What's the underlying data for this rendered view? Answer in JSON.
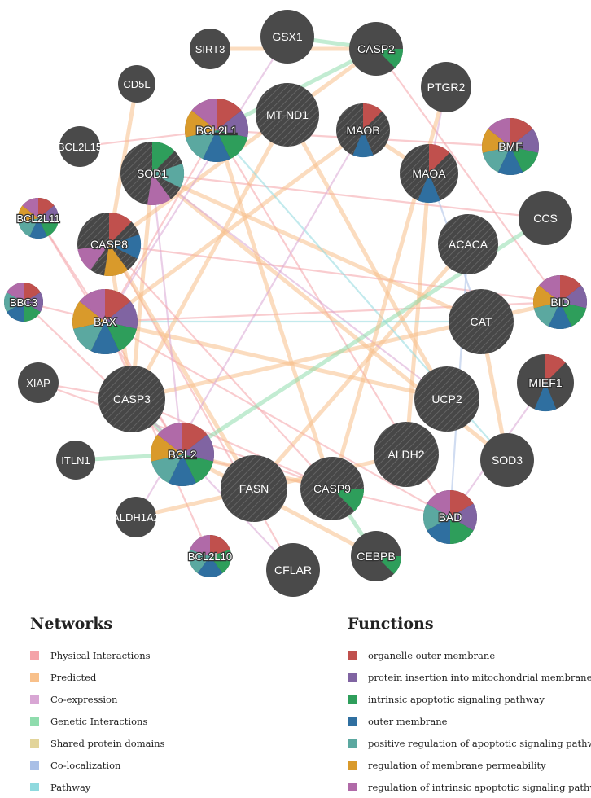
{
  "network": {
    "nodes": [
      {
        "id": "GSX1",
        "label": "GSX1",
        "query": false,
        "slices": []
      },
      {
        "id": "SIRT3",
        "label": "SIRT3",
        "query": false,
        "slices": []
      },
      {
        "id": "CASP2",
        "label": "CASP2",
        "query": false,
        "slices": [
          "intrinsic_apoptotic"
        ]
      },
      {
        "id": "PTGR2",
        "label": "PTGR2",
        "query": false,
        "slices": []
      },
      {
        "id": "CD5L",
        "label": "CD5L",
        "query": false,
        "slices": []
      },
      {
        "id": "BCL2L1",
        "label": "BCL2L1",
        "query": true,
        "slices": [
          "organelle_outer_membrane",
          "protein_insertion",
          "intrinsic_apoptotic",
          "outer_membrane",
          "positive_regulation",
          "regulation_permeability",
          "regulation_intrinsic"
        ]
      },
      {
        "id": "MT-ND1",
        "label": "MT-ND1",
        "query": true,
        "slices": []
      },
      {
        "id": "MAOB",
        "label": "MAOB",
        "query": true,
        "slices": [
          "organelle_outer_membrane",
          "outer_membrane"
        ]
      },
      {
        "id": "BMF",
        "label": "BMF",
        "query": false,
        "slices": [
          "organelle_outer_membrane",
          "protein_insertion",
          "intrinsic_apoptotic",
          "outer_membrane",
          "positive_regulation",
          "regulation_permeability",
          "regulation_intrinsic"
        ]
      },
      {
        "id": "BCL2L15",
        "label": "BCL2L15",
        "query": false,
        "slices": []
      },
      {
        "id": "SOD1",
        "label": "SOD1",
        "query": true,
        "slices": [
          "intrinsic_apoptotic",
          "positive_regulation",
          "regulation_intrinsic"
        ]
      },
      {
        "id": "MAOA",
        "label": "MAOA",
        "query": true,
        "slices": [
          "organelle_outer_membrane",
          "outer_membrane"
        ]
      },
      {
        "id": "BCL2L11",
        "label": "BCL2L11",
        "query": false,
        "slices": [
          "organelle_outer_membrane",
          "protein_insertion",
          "intrinsic_apoptotic",
          "outer_membrane",
          "positive_regulation",
          "regulation_permeability",
          "regulation_intrinsic"
        ]
      },
      {
        "id": "CCS",
        "label": "CCS",
        "query": false,
        "slices": []
      },
      {
        "id": "CASP8",
        "label": "CASP8",
        "query": true,
        "slices": [
          "organelle_outer_membrane",
          "outer_membrane",
          "regulation_permeability",
          "regulation_intrinsic"
        ]
      },
      {
        "id": "ACACA",
        "label": "ACACA",
        "query": true,
        "slices": []
      },
      {
        "id": "BBC3",
        "label": "BBC3",
        "query": false,
        "slices": [
          "organelle_outer_membrane",
          "protein_insertion",
          "intrinsic_apoptotic",
          "outer_membrane",
          "positive_regulation",
          "regulation_intrinsic"
        ]
      },
      {
        "id": "BAX",
        "label": "BAX",
        "query": true,
        "slices": [
          "organelle_outer_membrane",
          "protein_insertion",
          "intrinsic_apoptotic",
          "outer_membrane",
          "positive_regulation",
          "regulation_permeability",
          "regulation_intrinsic"
        ]
      },
      {
        "id": "BID",
        "label": "BID",
        "query": false,
        "slices": [
          "organelle_outer_membrane",
          "protein_insertion",
          "intrinsic_apoptotic",
          "outer_membrane",
          "positive_regulation",
          "regulation_permeability",
          "regulation_intrinsic"
        ]
      },
      {
        "id": "CAT",
        "label": "CAT",
        "query": true,
        "slices": []
      },
      {
        "id": "XIAP",
        "label": "XIAP",
        "query": false,
        "slices": []
      },
      {
        "id": "CASP3",
        "label": "CASP3",
        "query": true,
        "slices": []
      },
      {
        "id": "MIEF1",
        "label": "MIEF1",
        "query": false,
        "slices": [
          "organelle_outer_membrane",
          "outer_membrane"
        ]
      },
      {
        "id": "UCP2",
        "label": "UCP2",
        "query": true,
        "slices": []
      },
      {
        "id": "ITLN1",
        "label": "ITLN1",
        "query": false,
        "slices": []
      },
      {
        "id": "BCL2",
        "label": "BCL2",
        "query": true,
        "slices": [
          "organelle_outer_membrane",
          "protein_insertion",
          "intrinsic_apoptotic",
          "outer_membrane",
          "positive_regulation",
          "regulation_permeability",
          "regulation_intrinsic"
        ]
      },
      {
        "id": "ALDH2",
        "label": "ALDH2",
        "query": true,
        "slices": []
      },
      {
        "id": "SOD3",
        "label": "SOD3",
        "query": false,
        "slices": []
      },
      {
        "id": "FASN",
        "label": "FASN",
        "query": true,
        "slices": []
      },
      {
        "id": "CASP9",
        "label": "CASP9",
        "query": true,
        "slices": [
          "intrinsic_apoptotic"
        ]
      },
      {
        "id": "BAD",
        "label": "BAD",
        "query": false,
        "slices": [
          "organelle_outer_membrane",
          "protein_insertion",
          "intrinsic_apoptotic",
          "outer_membrane",
          "positive_regulation",
          "regulation_intrinsic"
        ]
      },
      {
        "id": "ALDH1A2",
        "label": "ALDH1A2",
        "query": false,
        "slices": []
      },
      {
        "id": "BCL2L10",
        "label": "BCL2L10",
        "query": false,
        "slices": [
          "organelle_outer_membrane",
          "intrinsic_apoptotic",
          "outer_membrane",
          "positive_regulation",
          "regulation_intrinsic"
        ]
      },
      {
        "id": "CFLAR",
        "label": "CFLAR",
        "query": false,
        "slices": []
      },
      {
        "id": "CEBPB",
        "label": "CEBPB",
        "query": false,
        "slices": [
          "intrinsic_apoptotic"
        ]
      }
    ],
    "edges": [
      [
        "BAX",
        "BCL2",
        "physical"
      ],
      [
        "BAX",
        "BCL2L1",
        "physical"
      ],
      [
        "BAX",
        "BID",
        "physical"
      ],
      [
        "BAX",
        "BAD",
        "physical"
      ],
      [
        "BCL2",
        "BAD",
        "physical"
      ],
      [
        "BCL2",
        "BCL2L11",
        "physical"
      ],
      [
        "BCL2",
        "BBC3",
        "physical"
      ],
      [
        "BCL2L1",
        "BAD",
        "physical"
      ],
      [
        "BCL2L1",
        "BMF",
        "physical"
      ],
      [
        "CASP3",
        "XIAP",
        "physical"
      ],
      [
        "CASP9",
        "XIAP",
        "physical"
      ],
      [
        "CASP8",
        "CFLAR",
        "physical"
      ],
      [
        "CASP8",
        "BID",
        "physical"
      ],
      [
        "CASP3",
        "CASP9",
        "physical"
      ],
      [
        "CASP2",
        "BID",
        "physical"
      ],
      [
        "BCL2L10",
        "BAX",
        "physical"
      ],
      [
        "SOD1",
        "CCS",
        "physical"
      ],
      [
        "MAOA",
        "MAOB",
        "predicted"
      ],
      [
        "SOD1",
        "SOD3",
        "predicted"
      ],
      [
        "CAT",
        "SOD1",
        "predicted"
      ],
      [
        "ALDH2",
        "ALDH1A2",
        "predicted"
      ],
      [
        "ACACA",
        "FASN",
        "predicted"
      ],
      [
        "GSX1",
        "CASP2",
        "genetic"
      ],
      [
        "SIRT3",
        "CASP2",
        "predicted"
      ],
      [
        "MT-ND1",
        "UCP2",
        "predicted"
      ],
      [
        "CAT",
        "SOD3",
        "predicted"
      ],
      [
        "UCP2",
        "SOD1",
        "coexpr"
      ],
      [
        "CASP8",
        "CASP3",
        "predicted"
      ],
      [
        "CASP9",
        "CEBPB",
        "genetic"
      ],
      [
        "BCL2",
        "CASP3",
        "genetic"
      ],
      [
        "BCL2",
        "CASP9",
        "predicted"
      ],
      [
        "MAOB",
        "BAX",
        "predicted"
      ],
      [
        "PTGR2",
        "MAOA",
        "coexpr"
      ],
      [
        "BCL2L15",
        "BCL2L1",
        "physical"
      ],
      [
        "CD5L",
        "CASP8",
        "predicted"
      ],
      [
        "ITLN1",
        "BCL2",
        "genetic"
      ],
      [
        "MIEF1",
        "BAD",
        "coexpr"
      ],
      [
        "FASN",
        "CASP8",
        "predicted"
      ],
      [
        "ALDH2",
        "MAOA",
        "predicted"
      ],
      [
        "CAT",
        "BAX",
        "pathway"
      ],
      [
        "SOD1",
        "CASP3",
        "predicted"
      ],
      [
        "BCL2L1",
        "CASP9",
        "predicted"
      ],
      [
        "CASP2",
        "BCL2L1",
        "genetic"
      ],
      [
        "BID",
        "CASP3",
        "predicted"
      ],
      [
        "ACACA",
        "BAD",
        "coloc"
      ],
      [
        "UCP2",
        "BAX",
        "predicted"
      ],
      [
        "MT-ND1",
        "CASP3",
        "predicted"
      ],
      [
        "SOD1",
        "BCL2",
        "coexpr"
      ],
      [
        "CASP8",
        "CASP9",
        "physical"
      ],
      [
        "BBC3",
        "BAX",
        "physical"
      ],
      [
        "BCL2L11",
        "BAX",
        "physical"
      ],
      [
        "CASP2",
        "CASP8",
        "predicted"
      ],
      [
        "CEBPB",
        "BCL2",
        "predicted"
      ],
      [
        "CFLAR",
        "CASP3",
        "coexpr"
      ],
      [
        "MAOA",
        "CAT",
        "coloc"
      ],
      [
        "CCS",
        "BCL2",
        "genetic"
      ],
      [
        "ALDH1A2",
        "MAOB",
        "coexpr"
      ],
      [
        "SOD3",
        "BCL2L1",
        "pathway"
      ],
      [
        "GSX1",
        "BAX",
        "coexpr"
      ],
      [
        "PTGR2",
        "CASP9",
        "predicted"
      ]
    ]
  },
  "functions_colors": {
    "organelle_outer_membrane": "#c0504d",
    "protein_insertion": "#8064a2",
    "intrinsic_apoptotic": "#2e9e5b",
    "outer_membrane": "#2f6fa0",
    "positive_regulation": "#5ba8a0",
    "regulation_permeability": "#d99a2b",
    "regulation_intrinsic": "#b06aa8"
  },
  "network_colors": {
    "physical": "#f4a3a8",
    "predicted": "#f8c08a",
    "coexpr": "#d8a6d4",
    "genetic": "#8fdcad",
    "shared": "#e2d49a",
    "coloc": "#a9bfe6",
    "pathway": "#8fd9de"
  },
  "legend": {
    "networks": {
      "title": "Networks",
      "items": [
        {
          "label": "Physical Interactions",
          "color": "#f4a3a8"
        },
        {
          "label": "Predicted",
          "color": "#f8c08a"
        },
        {
          "label": "Co-expression",
          "color": "#d8a6d4"
        },
        {
          "label": "Genetic Interactions",
          "color": "#8fdcad"
        },
        {
          "label": "Shared protein domains",
          "color": "#e2d49a"
        },
        {
          "label": "Co-localization",
          "color": "#a9bfe6"
        },
        {
          "label": "Pathway",
          "color": "#8fd9de"
        }
      ]
    },
    "functions": {
      "title": "Functions",
      "items": [
        {
          "label": "organelle outer membrane",
          "color": "#c0504d"
        },
        {
          "label": "protein insertion into mitochondrial membrane",
          "color": "#8064a2"
        },
        {
          "label": "intrinsic apoptotic signaling pathway",
          "color": "#2e9e5b"
        },
        {
          "label": "outer membrane",
          "color": "#2f6fa0"
        },
        {
          "label": "positive regulation of apoptotic signaling pathway",
          "color": "#5ba8a0"
        },
        {
          "label": "regulation of membrane permeability",
          "color": "#d99a2b"
        },
        {
          "label": "regulation of intrinsic apoptotic signaling pathway",
          "color": "#b06aa8"
        }
      ]
    }
  },
  "node_fill": "#4a4a4a"
}
